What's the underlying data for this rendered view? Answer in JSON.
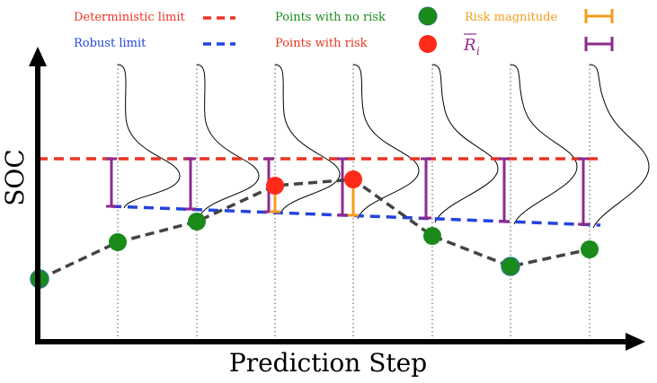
{
  "axes": {
    "xlabel": "Prediction Step",
    "ylabel": "SOC"
  },
  "legend": {
    "deterministic_limit": "Deterministic limit",
    "robust_limit": "Robust limit",
    "points_no_risk": "Points with no risk",
    "points_with_risk": "Points with risk",
    "risk_magnitude": "Risk magnitude",
    "r_bar_symbol": "R",
    "r_bar_subscript": "i"
  },
  "colors": {
    "deterministic": "#ee3322",
    "robust": "#2244dd",
    "no_risk": "#1a8a1a",
    "with_risk": "#ee2211",
    "risk_magnitude": "#f39c1c",
    "r_bar": "#8e2a8e",
    "trajectory": "#444444",
    "axis": "#000000"
  }
}
